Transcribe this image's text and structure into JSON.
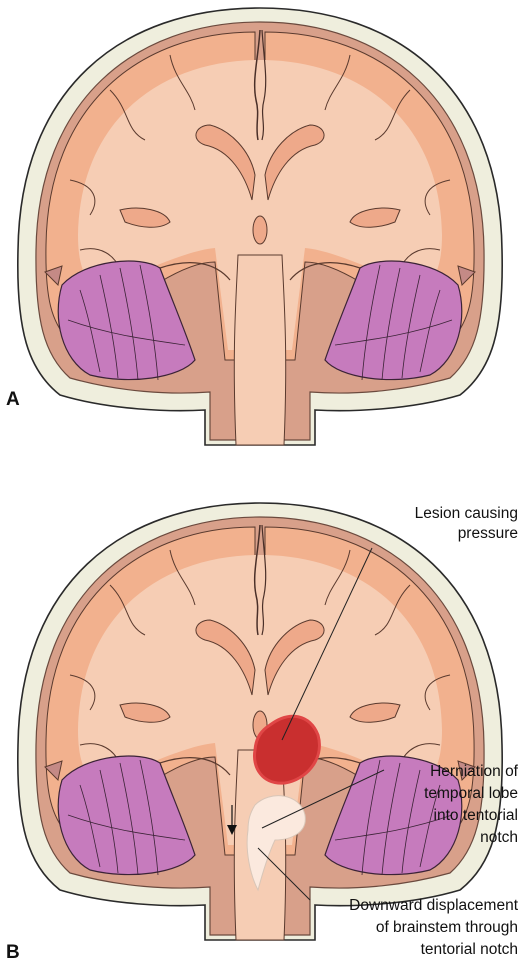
{
  "panels": [
    {
      "label": "A"
    },
    {
      "label": "B"
    }
  ],
  "callouts": {
    "lesion": [
      "Lesion causing",
      "pressure"
    ],
    "herniation": [
      "Herniation of",
      "temporal lobe",
      "into tentorial",
      "notch"
    ],
    "displacement": [
      "Downward displacement",
      "of brainstem through",
      "tentorial notch"
    ]
  },
  "colors": {
    "skull": "#efeedd",
    "skull_outline": "#2a2a2a",
    "dura": "#d8a08a",
    "cortex": "#f2b18e",
    "white_matter": "#f6cdb4",
    "ventricle": "#eea98a",
    "cerebellum": "#c67bbd",
    "cerebellum_light": "#d896d0",
    "venous_sinus": "#c48a86",
    "lesion": "#c92f2f",
    "lesion_edge": "#e04646",
    "herniated_lobe": "#fbe9de"
  }
}
